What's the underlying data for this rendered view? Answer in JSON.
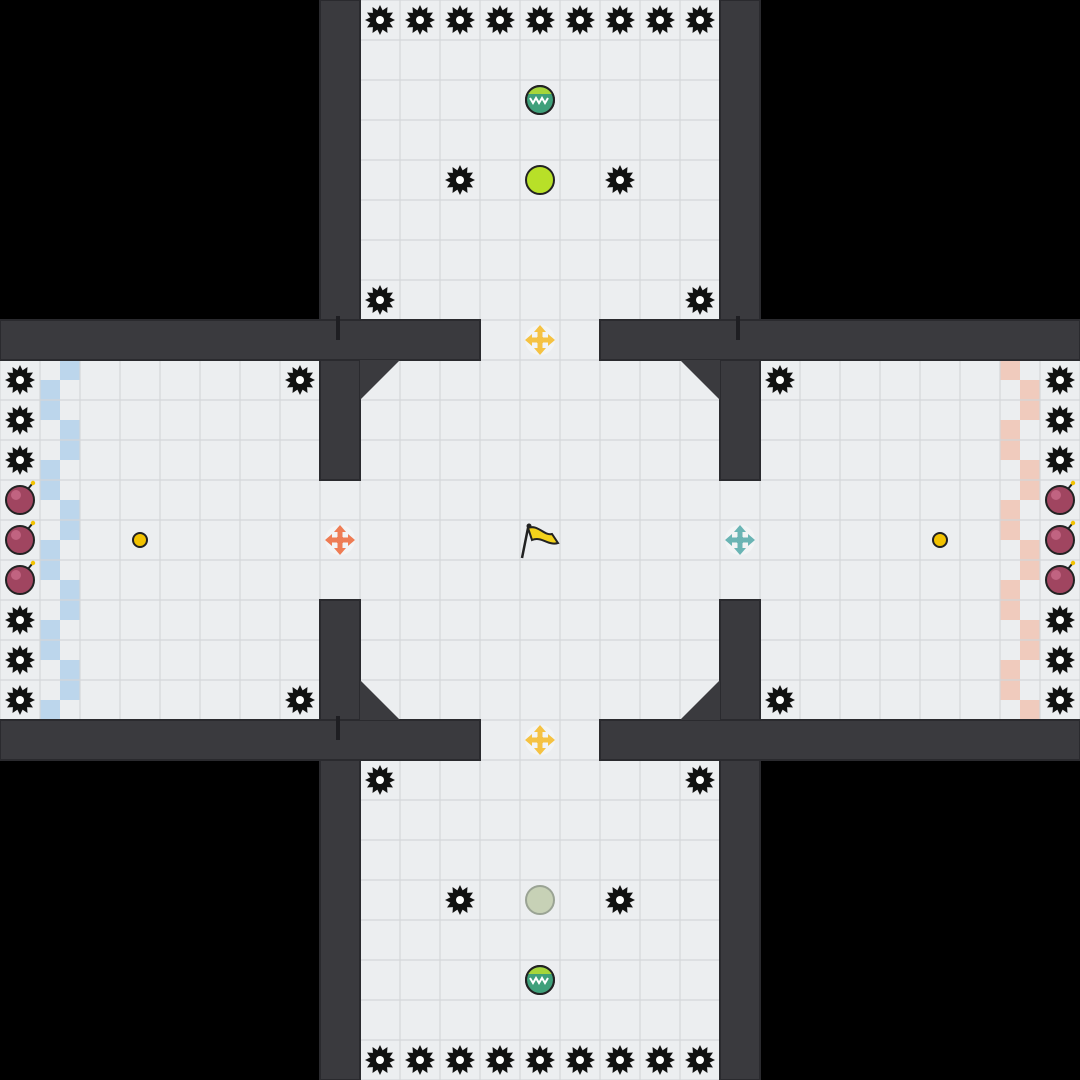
{
  "colors": {
    "background": "#000000",
    "floor": "#eceef0",
    "floor_line": "#d4d6d9",
    "wall": "#3a3a3e",
    "wall_edge": "#2a2a2e",
    "blue_team_checker": "#bcd6ec",
    "red_team_checker": "#f0cbbd",
    "flag": "#f3d21b",
    "boost_yellow": "#f5c242",
    "boost_orange": "#ee7c54",
    "boost_teal": "#6ab4b4",
    "powerup_green": "#b8e028",
    "powerup_used": "#c7d1b6",
    "bomb": "#a04560",
    "gold_dot": "#f2c200"
  },
  "icons": {
    "spike": "spike-icon",
    "bomb": "bomb-icon",
    "boost": "boost-arrows-icon",
    "flag": "flag-icon",
    "powerup": "powerup-icon",
    "goal": "goal-ball-icon",
    "portal": "gold-portal-icon"
  },
  "map": {
    "grid_cells": 27,
    "spikes": [
      [
        9,
        0
      ],
      [
        10,
        0
      ],
      [
        11,
        0
      ],
      [
        12,
        0
      ],
      [
        13,
        0
      ],
      [
        14,
        0
      ],
      [
        15,
        0
      ],
      [
        16,
        0
      ],
      [
        17,
        0
      ],
      [
        11,
        4
      ],
      [
        15,
        4
      ],
      [
        9,
        7
      ],
      [
        17,
        7
      ],
      [
        0,
        9
      ],
      [
        7,
        9
      ],
      [
        19,
        9
      ],
      [
        26,
        9
      ],
      [
        0,
        10
      ],
      [
        26,
        10
      ],
      [
        0,
        11
      ],
      [
        26,
        11
      ],
      [
        0,
        15
      ],
      [
        26,
        15
      ],
      [
        0,
        16
      ],
      [
        26,
        16
      ],
      [
        0,
        17
      ],
      [
        7,
        17
      ],
      [
        19,
        17
      ],
      [
        26,
        17
      ],
      [
        9,
        19
      ],
      [
        17,
        19
      ],
      [
        11,
        22
      ],
      [
        15,
        22
      ],
      [
        9,
        26
      ],
      [
        10,
        26
      ],
      [
        11,
        26
      ],
      [
        12,
        26
      ],
      [
        13,
        26
      ],
      [
        14,
        26
      ],
      [
        15,
        26
      ],
      [
        16,
        26
      ],
      [
        17,
        26
      ]
    ],
    "bombs": [
      [
        0,
        12
      ],
      [
        0,
        13
      ],
      [
        0,
        14
      ],
      [
        26,
        12
      ],
      [
        26,
        13
      ],
      [
        26,
        14
      ]
    ],
    "boosts": [
      {
        "cell": [
          13,
          8
        ],
        "team": "yellow"
      },
      {
        "cell": [
          13,
          18
        ],
        "team": "yellow"
      },
      {
        "cell": [
          8,
          13
        ],
        "team": "orange"
      },
      {
        "cell": [
          18,
          13
        ],
        "team": "teal"
      }
    ],
    "powerups": [
      {
        "cell": [
          13,
          4
        ],
        "state": "active"
      },
      {
        "cell": [
          13,
          22
        ],
        "state": "used"
      }
    ],
    "goal_balls": [
      [
        13,
        2
      ],
      [
        13,
        24
      ]
    ],
    "portals": [
      [
        3,
        13
      ],
      [
        23,
        13
      ]
    ],
    "flag": [
      13,
      13
    ]
  }
}
